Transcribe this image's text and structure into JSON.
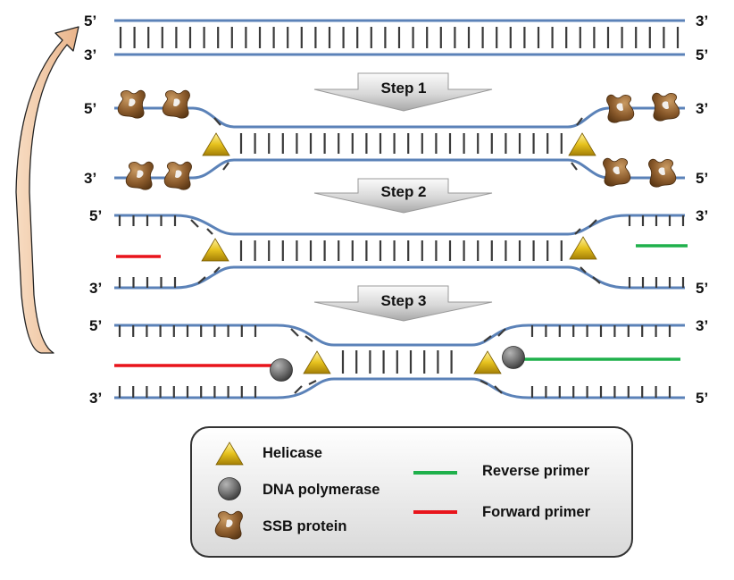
{
  "colors": {
    "strand": "#5b82b8",
    "base_pair": "#3a3a3a",
    "helicase": "#e6c21e",
    "polymerase": "#6e6e6e",
    "ssb": "#8a5a2b",
    "reverse_primer": "#1fb04b",
    "forward_primer": "#e8141b",
    "recycle_arrow": "#f3c9a3",
    "legend_background": "#eeeeee"
  },
  "ends": {
    "five_prime": "5’",
    "three_prime": "3’"
  },
  "steps": [
    {
      "label": "Step 1"
    },
    {
      "label": "Step 2"
    },
    {
      "label": "Step 3"
    }
  ],
  "legend": {
    "helicase": {
      "label": "Helicase",
      "icon": "triangle-icon"
    },
    "dna_polymerase": {
      "label": "DNA polymerase",
      "icon": "circle-icon"
    },
    "ssb_protein": {
      "label": "SSB protein",
      "icon": "ssb-icon"
    },
    "reverse_primer": {
      "label": "Reverse primer",
      "icon": "green-line-icon"
    },
    "forward_primer": {
      "label": "Forward primer",
      "icon": "red-line-icon"
    }
  }
}
